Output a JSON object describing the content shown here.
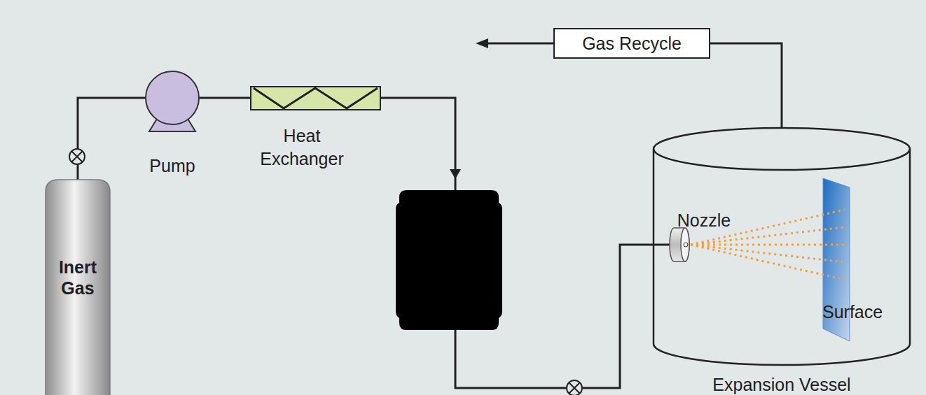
{
  "diagram": {
    "nodes": [
      {
        "text": [
          "Inert Gas"
        ]
      },
      {
        "text": [
          "Pump"
        ]
      },
      {
        "text": [
          "Heat Exchanger"
        ]
      },
      {
        "text": [
          "Gas Recycle"
        ]
      },
      {
        "text": [
          "Expansion Vessel"
        ]
      },
      {
        "text": [
          "Nozzle"
        ],
        "in": 4
      },
      {
        "text": [
          "Surface"
        ],
        "in": 4
      }
    ],
    "edges": [
      {
        "from": 0,
        "to": 1,
        "arrow": "none"
      },
      {
        "from": 1,
        "to": 2,
        "arrow": "none"
      },
      {
        "from": 4,
        "to": 3,
        "arrow": "none"
      }
    ]
  }
}
